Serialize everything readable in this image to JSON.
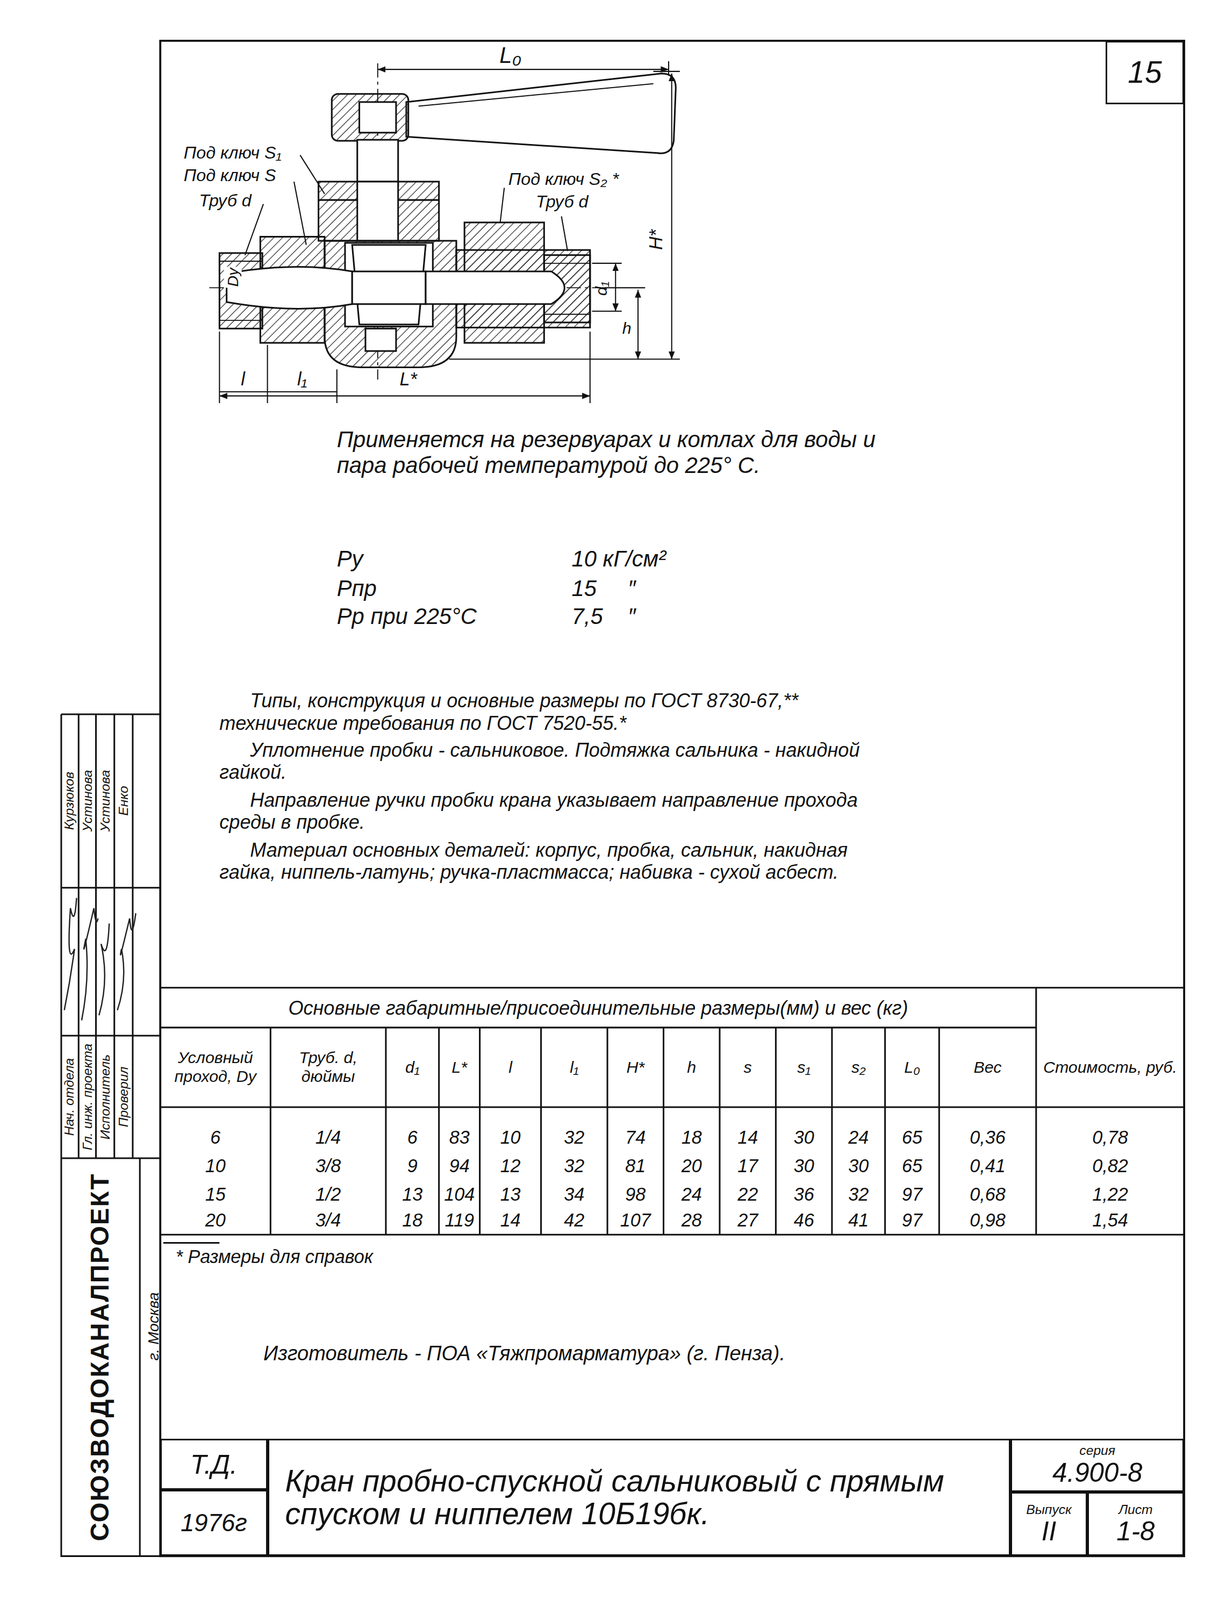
{
  "diagram": {
    "nodes": [
      {
        "text": [
          "15"
        ]
      },
      {
        "text": [
          "Т.Д."
        ]
      },
      {
        "text": [
          "1976г"
        ]
      },
      {
        "text": [
          "Кран пробно-спускной сальниковый с прямым спуском и ниппелем 10Б19бк."
        ]
      },
      {
        "text": [
          "серия",
          "4.900-8"
        ]
      },
      {
        "text": [
          "Выпуск",
          "II"
        ]
      },
      {
        "text": [
          "Лист",
          "1-8"
        ]
      }
    ],
    "labels": [
      "L₀",
      "Под ключ S₁",
      "Под ключ S",
      "Труб d",
      "Под ключ S₂ *",
      "Труб d",
      "H*",
      "Dу",
      "d₁",
      "h",
      "l",
      "l₁",
      "L*",
      "Применяется на резервуарах и котлах для воды и пара рабочей температурой до 225° С.",
      "Ру",
      "10 кГ/см²",
      "Рпр",
      "15",
      "″",
      "Рр при 225°С",
      "7,5",
      "″",
      "Типы, конструкция и основные размеры по ГОСТ 8730-67,** технические требования по ГОСТ 7520-55.*",
      "Уплотнение пробки - сальниковое. Подтяжка сальника - накидной гайкой.",
      "Направление ручки пробки крана указывает направление прохода среды в пробке.",
      "Материал основных деталей: корпус, пробка, сальник, накидная гайка, ниппель-латунь; ручка-пластмасса; набивка - сухой асбест.",
      "Основные габаритные/присоединительные размеры(мм) и вес (кг)",
      "Условный проход, Dу",
      "Труб. d, дюймы",
      "d₁",
      "L*",
      "l",
      "l₁",
      "H*",
      "h",
      "s",
      "s₁",
      "s₂",
      "L₀",
      "Вес",
      "Стоимость, руб.",
      "6",
      "1/4",
      "6",
      "83",
      "10",
      "32",
      "74",
      "18",
      "14",
      "30",
      "24",
      "65",
      "0,36",
      "0,78",
      "10",
      "3/8",
      "9",
      "94",
      "12",
      "32",
      "81",
      "20",
      "17",
      "30",
      "30",
      "65",
      "0,41",
      "0,82",
      "15",
      "1/2",
      "13",
      "104",
      "13",
      "34",
      "98",
      "24",
      "22",
      "36",
      "32",
      "97",
      "0,68",
      "1,22",
      "20",
      "3/4",
      "18",
      "119",
      "14",
      "42",
      "107",
      "28",
      "27",
      "46",
      "41",
      "97",
      "0,98",
      "1,54",
      "* Размеры для справок",
      "Изготовитель - ПОА «Тяжпромарматура» (г. Пенза).",
      "Нач. отдела",
      "Гл. инж. проекта",
      "Исполнитель",
      "Проверил",
      "Курзюков",
      "Устинова",
      "Устинова",
      "Енко",
      "СОЮЗВОДОКАНАЛПРОЕКТ",
      "г. Москва"
    ]
  }
}
